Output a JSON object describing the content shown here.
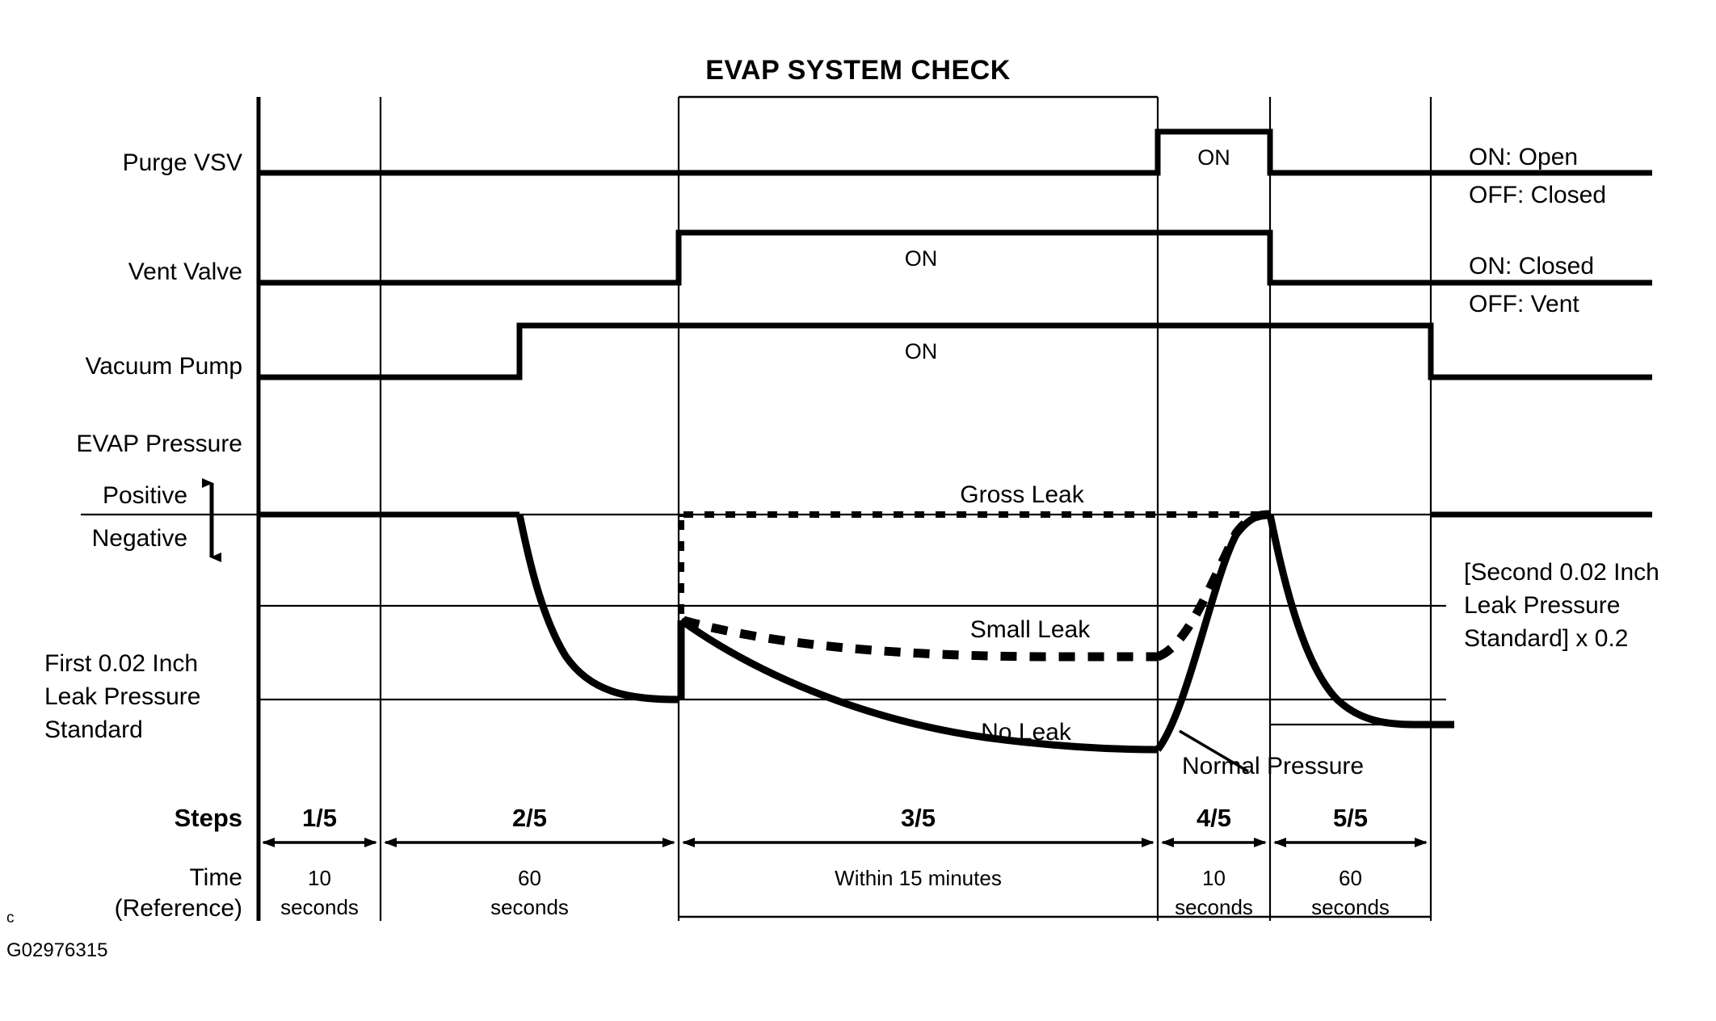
{
  "title": "EVAP SYSTEM CHECK",
  "figure_code": "G02976315",
  "figure_mark": "c",
  "row_labels": {
    "purge_vsv": "Purge VSV",
    "vent_valve": "Vent Valve",
    "vacuum_pump": "Vacuum Pump",
    "evap_pressure": "EVAP Pressure",
    "positive": "Positive",
    "negative": "Negative",
    "first_standard": "First 0.02 Inch\nLeak Pressure\nStandard",
    "first_standard_l1": "First 0.02 Inch",
    "first_standard_l2": "Leak Pressure",
    "first_standard_l3": "Standard",
    "steps": "Steps",
    "time_l1": "Time",
    "time_l2": "(Reference)"
  },
  "right_labels": {
    "purge_on": "ON: Open",
    "purge_off": "OFF: Closed",
    "vent_on": "ON: Closed",
    "vent_off": "OFF: Vent",
    "second_standard_l1": "[Second 0.02 Inch",
    "second_standard_l2": "Leak Pressure",
    "second_standard_l3": "Standard] x 0.2"
  },
  "signal_states": {
    "purge_on": "ON",
    "vent_on": "ON",
    "pump_on": "ON"
  },
  "curve_labels": {
    "gross_leak": "Gross Leak",
    "small_leak": "Small Leak",
    "no_leak": "No Leak",
    "normal_pressure": "Normal Pressure"
  },
  "steps": [
    {
      "id": "1/5",
      "time_l1": "10",
      "time_l2": "seconds"
    },
    {
      "id": "2/5",
      "time_l1": "60",
      "time_l2": "seconds"
    },
    {
      "id": "3/5",
      "time_l1": "Within 15 minutes",
      "time_l2": ""
    },
    {
      "id": "4/5",
      "time_l1": "10",
      "time_l2": "seconds"
    },
    {
      "id": "5/5",
      "time_l1": "60",
      "time_l2": "seconds"
    }
  ],
  "chart_data": {
    "type": "line",
    "title": "EVAP SYSTEM CHECK",
    "xlabel": "Steps / Time (Reference)",
    "ylabel": "EVAP Pressure",
    "grid": true,
    "legend": "inline-annotations",
    "categories": [
      "1/5",
      "2/5",
      "3/5",
      "4/5",
      "5/5"
    ],
    "category_durations": [
      "10 seconds",
      "60 seconds",
      "Within 15 minutes",
      "10 seconds",
      "60 seconds"
    ],
    "y_levels": {
      "zero": "0 (boundary of Positive / Negative)",
      "first_leak_standard": "First 0.02 Inch Leak Pressure Standard",
      "second_leak_standard": "[Second 0.02 Inch Leak Pressure Standard] x 0.2"
    },
    "digital_series": [
      {
        "name": "Purge VSV",
        "on_label": "ON",
        "states": [
          "OFF",
          "OFF",
          "OFF",
          "ON",
          "OFF"
        ],
        "on_meaning": "ON: Open",
        "off_meaning": "OFF: Closed"
      },
      {
        "name": "Vent Valve",
        "on_label": "ON",
        "states": [
          "OFF",
          "OFF",
          "ON",
          "ON",
          "OFF"
        ],
        "on_meaning": "ON: Closed",
        "off_meaning": "OFF: Vent"
      },
      {
        "name": "Vacuum Pump",
        "on_label": "ON",
        "states": [
          "OFF",
          "ON",
          "ON",
          "ON",
          "ON"
        ],
        "on_meaning": "ON",
        "off_meaning": "OFF"
      }
    ],
    "pressure_series": [
      {
        "name": "No Leak",
        "style": "solid",
        "description": "Drops from zero during 2/5 to the First 0.02 Inch Leak Pressure Standard, jumps up at start of 3/5 then decays further below the standard to Normal Pressure, recovers to zero during 4/5, then falls to the Second Standard x 0.2 level during 5/5"
      },
      {
        "name": "Small Leak",
        "style": "dashed",
        "description": "Jumps up at start of 3/5 and decays only slightly, staying above the First 0.02 Inch Leak Pressure Standard, then recovers to zero during 4/5"
      },
      {
        "name": "Gross Leak",
        "style": "dotted",
        "description": "Returns to zero pressure at the start of 3/5 and stays at zero throughout"
      }
    ],
    "annotations": [
      "Gross Leak",
      "Small Leak",
      "No Leak",
      "Normal Pressure",
      "Positive",
      "Negative"
    ]
  }
}
